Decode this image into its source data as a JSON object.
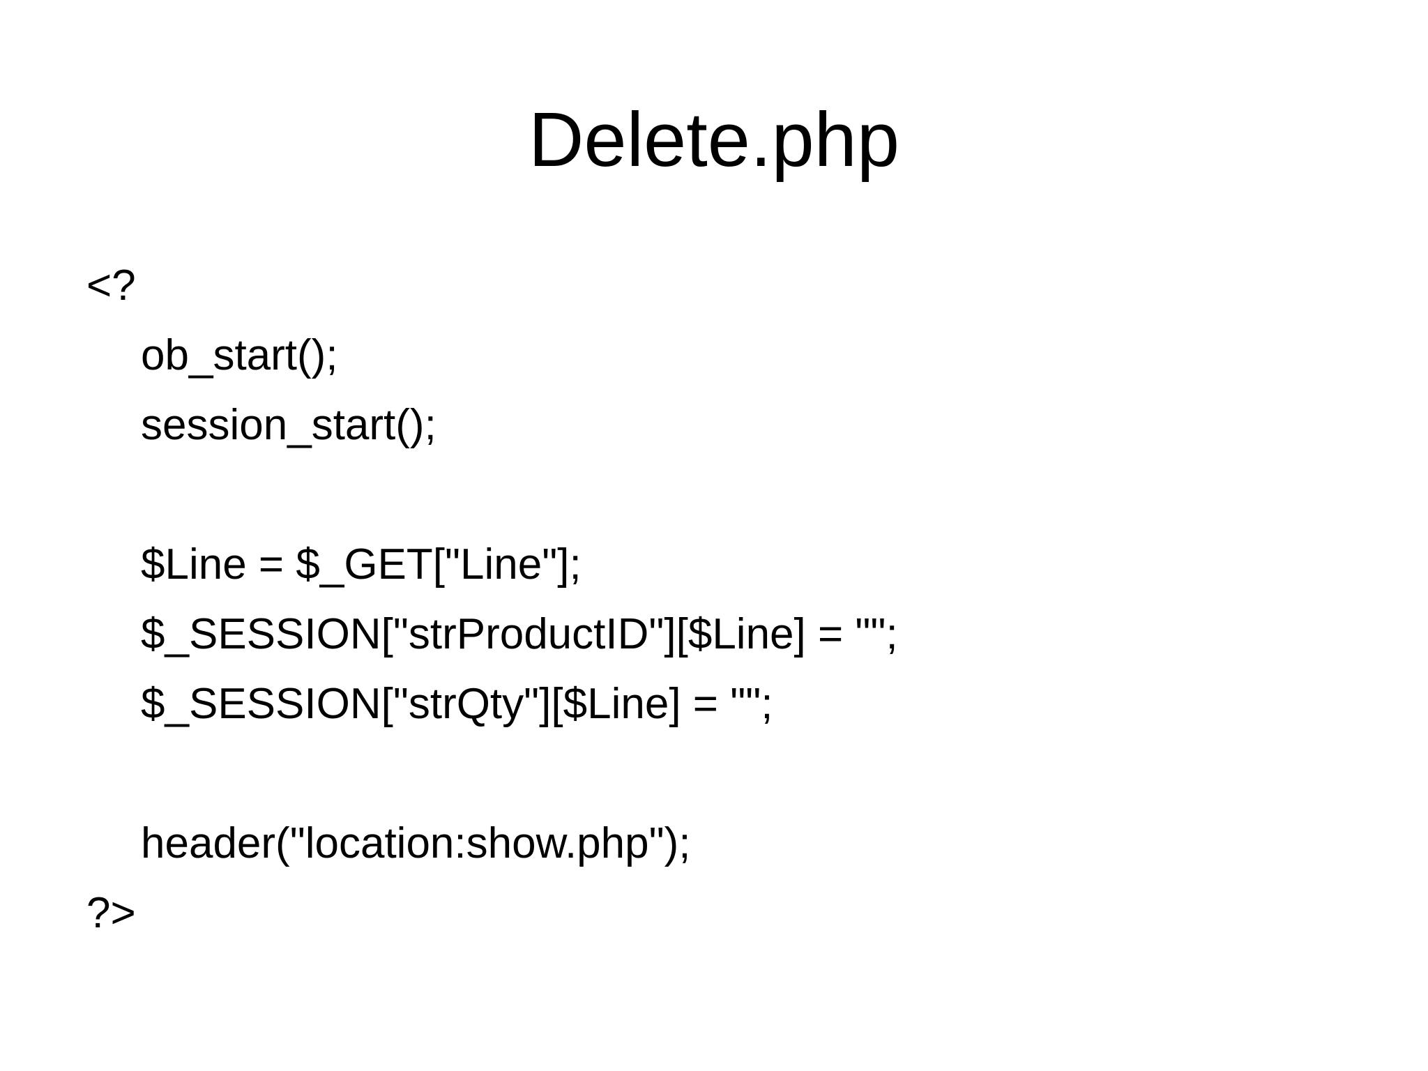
{
  "slide": {
    "title": "Delete.php",
    "code_lines": [
      {
        "text": "<?"
      },
      {
        "text": "ob_start();"
      },
      {
        "text": "session_start();"
      },
      {
        "text": ""
      },
      {
        "text": "$Line = $_GET[\"Line\"];"
      },
      {
        "text": "$_SESSION[\"strProductID\"][$Line] = \"\";"
      },
      {
        "text": "$_SESSION[\"strQty\"][$Line] = \"\";"
      },
      {
        "text": ""
      },
      {
        "text": "header(\"location:show.php\");"
      },
      {
        "text": "?>"
      }
    ]
  }
}
